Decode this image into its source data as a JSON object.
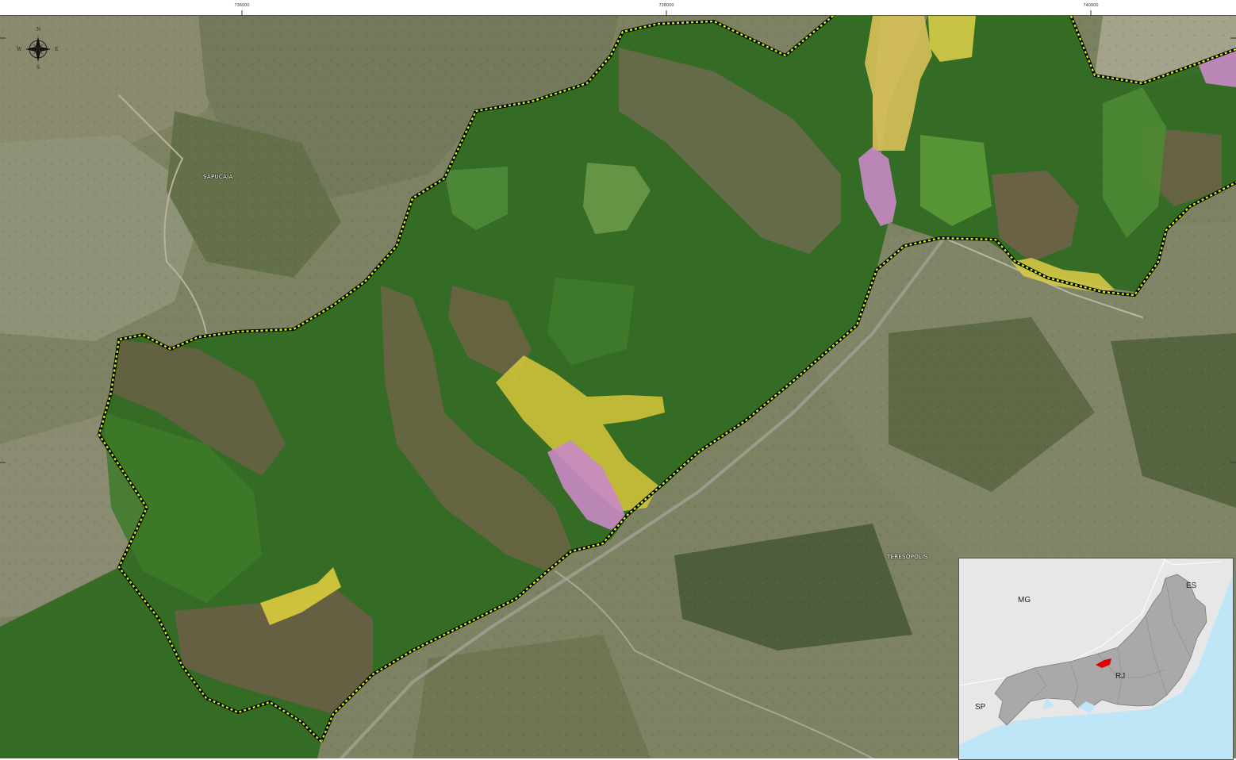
{
  "map": {
    "grid_labels": [
      "736000",
      "738000",
      "740000"
    ],
    "places": {
      "sapucaia": "SAPUCAIA",
      "teresopolis": "TERESÓPOLIS"
    },
    "compass": {
      "n": "N",
      "s": "S",
      "e": "E",
      "w": "W"
    },
    "colors": {
      "forest": "#2f6a1f",
      "pasture": "#cfc23a",
      "pink_use": "#c98ac6",
      "boundary_a": "#000000",
      "boundary_b": "#c9f21a"
    }
  },
  "inset": {
    "labels": {
      "mg": "MG",
      "es": "ES",
      "rj": "RJ",
      "sp": "SP"
    },
    "colors": {
      "state": "#a9a9a9",
      "ocean": "#bfe6f7",
      "highlight": "#e00000"
    }
  }
}
